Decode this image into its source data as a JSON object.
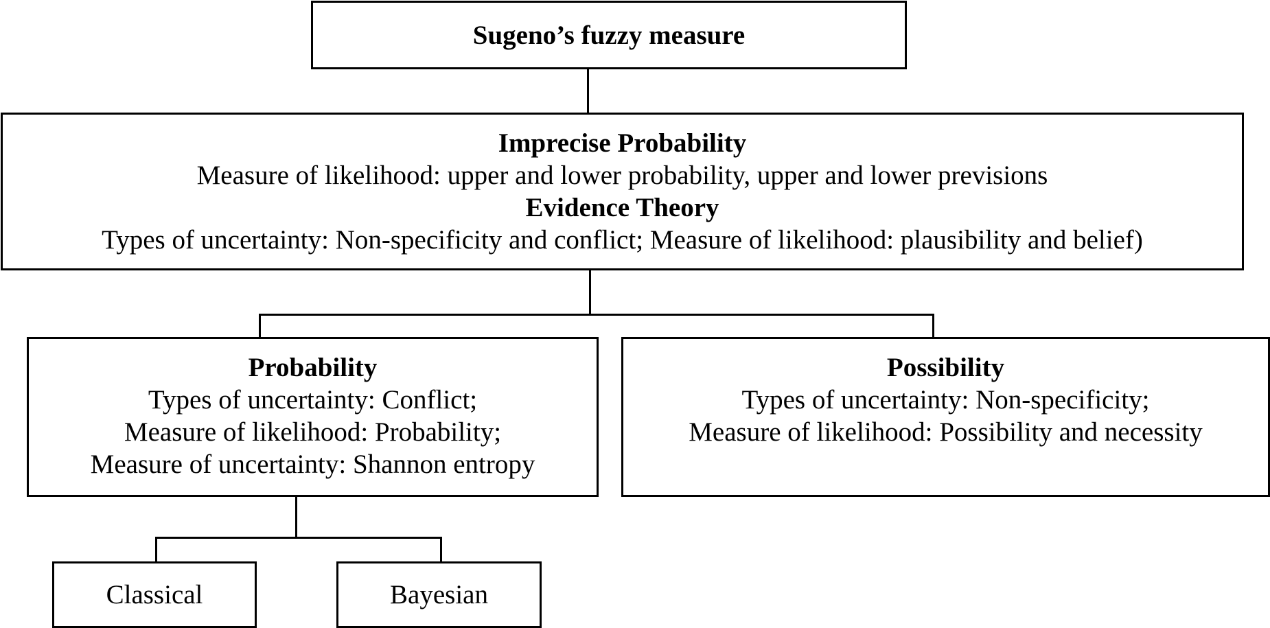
{
  "sugeno": {
    "title": "Sugeno’s fuzzy measure"
  },
  "imprecise": {
    "title1": "Imprecise Probability",
    "line1": "Measure of likelihood: upper and lower probability, upper and lower previsions",
    "title2": "Evidence Theory",
    "line2": "Types of uncertainty: Non-specificity and conflict; Measure of likelihood: plausibility and belief)"
  },
  "probability": {
    "title": "Probability",
    "lines": [
      "Types of uncertainty: Conflict;",
      "Measure of likelihood: Probability;",
      "Measure of uncertainty: Shannon entropy"
    ]
  },
  "possibility": {
    "title": "Possibility",
    "lines": [
      "Types of uncertainty: Non-specificity;",
      "Measure of likelihood: Possibility and necessity"
    ]
  },
  "classical": {
    "label": "Classical"
  },
  "bayesian": {
    "label": "Bayesian"
  }
}
